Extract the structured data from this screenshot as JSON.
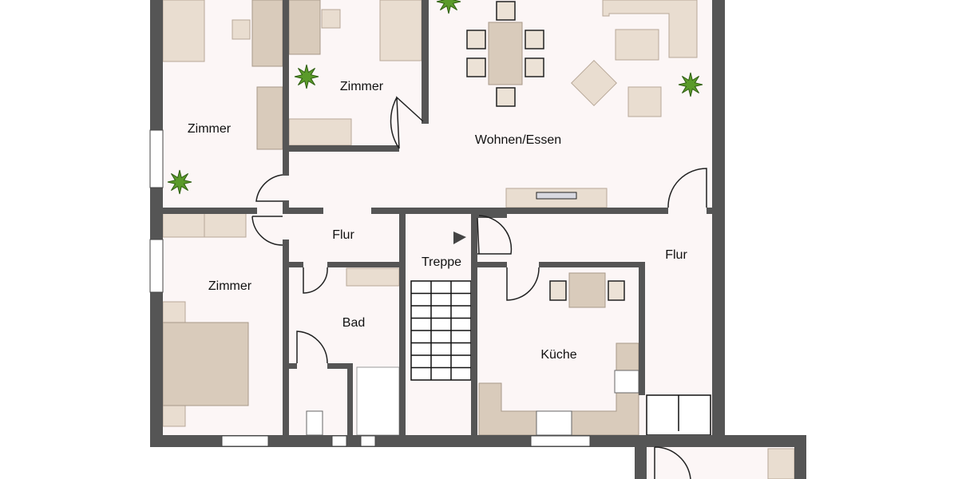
{
  "rooms": {
    "zimmer_top_left": "Zimmer",
    "zimmer_top_middle": "Zimmer",
    "wohnen_essen": "Wohnen/Essen",
    "flur_left": "Flur",
    "treppe": "Treppe",
    "flur_right": "Flur",
    "zimmer_bottom_left": "Zimmer",
    "bad": "Bad",
    "kueche": "Küche"
  },
  "colors": {
    "wall": "#555555",
    "floor": "#fcf6f6",
    "furniture": "#e9ddd0",
    "plant": "#5a9a2a"
  }
}
